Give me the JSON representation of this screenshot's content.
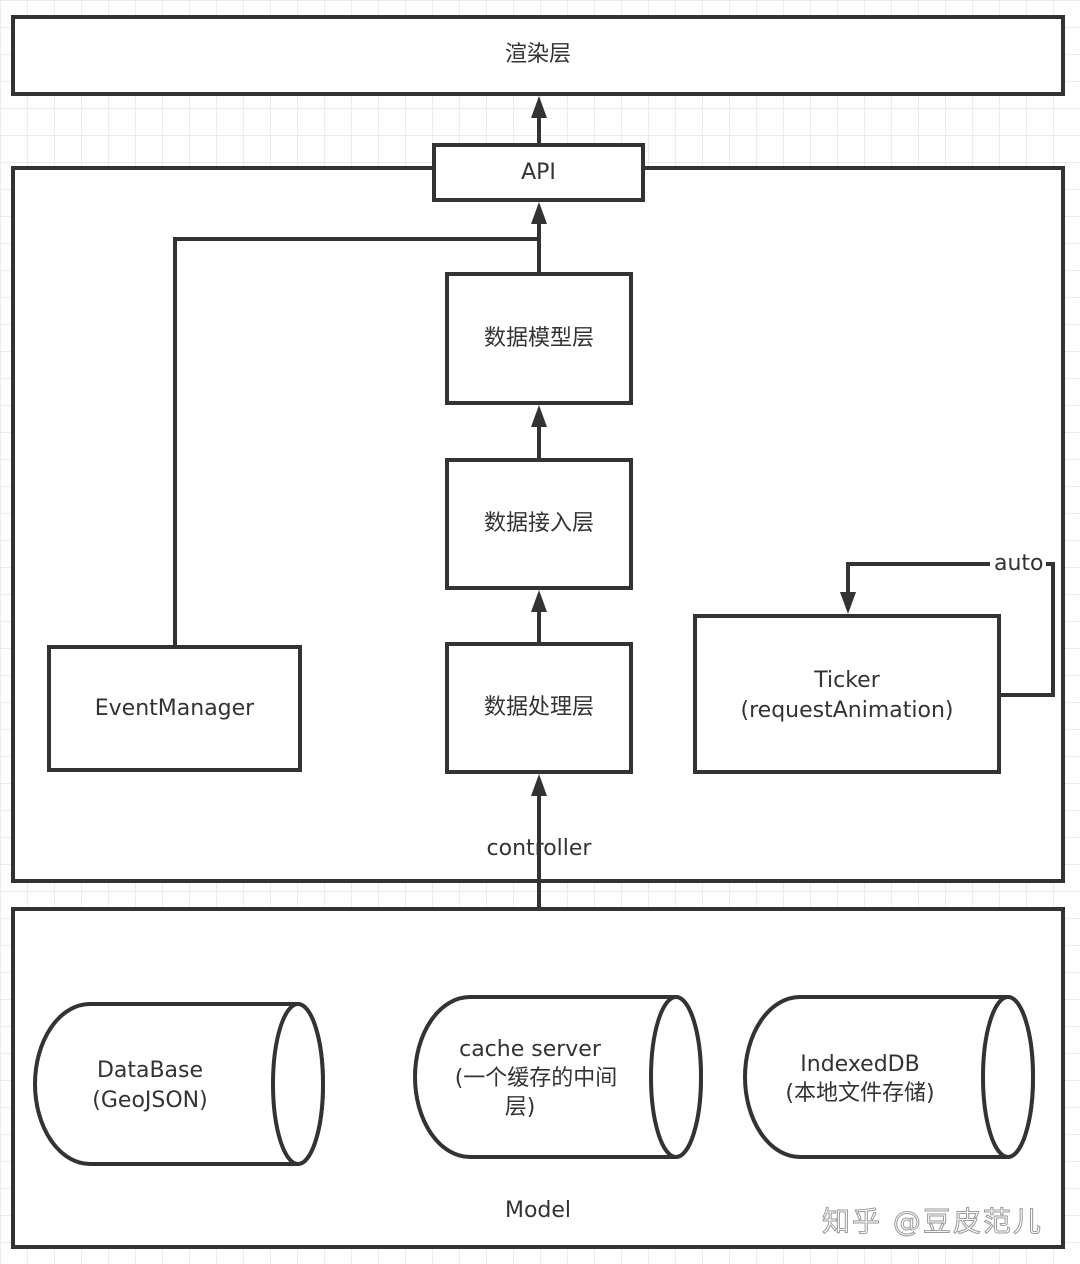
{
  "render_layer": {
    "label": "渲染层"
  },
  "api": {
    "label": "API"
  },
  "middle_layer": {
    "data_model_layer": "数据模型层",
    "data_access_layer": "数据接入层",
    "data_processing_layer": "数据处理层",
    "event_manager": "EventManager",
    "ticker": {
      "line1": "Ticker",
      "line2": "(requestAnimation)"
    },
    "auto_label": "auto",
    "controller_label": "controller"
  },
  "model_layer": {
    "label": "Model",
    "stores": [
      {
        "line1": "DataBase",
        "line2": "(GeoJSON)"
      },
      {
        "line1": "cache server",
        "line2": "(一个缓存的中间",
        "line3": "层)"
      },
      {
        "line1": "IndexedDB",
        "line2": "(本地文件存储)"
      }
    ]
  },
  "watermark": "知乎 @豆皮范儿",
  "colors": {
    "stroke": "#333333",
    "text": "#333333",
    "grid": "#ececec"
  }
}
